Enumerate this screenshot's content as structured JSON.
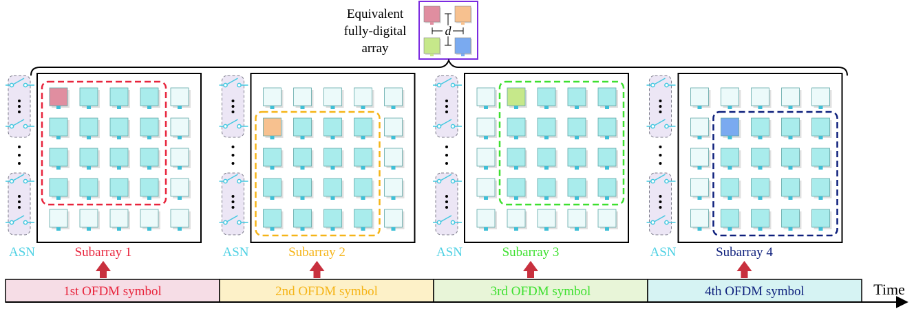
{
  "equivalent_label": [
    "Equivalent",
    "fully-digital",
    "array"
  ],
  "spacing_symbol": "d",
  "asn_label": "ASN",
  "time_label": "Time",
  "panels": [
    {
      "subarray_label": "Subarray 1",
      "symbol_label": "1st OFDM symbol",
      "active_rows": [
        0,
        1,
        2,
        3
      ],
      "active_cols": [
        0,
        1,
        2,
        3
      ],
      "color": "#e8243c",
      "lead_color": "#e08ea0",
      "band_color": "#f6dde6"
    },
    {
      "subarray_label": "Subarray 2",
      "symbol_label": "2nd OFDM symbol",
      "active_rows": [
        1,
        2,
        3,
        4
      ],
      "active_cols": [
        0,
        1,
        2,
        3
      ],
      "color": "#f5b417",
      "lead_color": "#f7c18f",
      "band_color": "#fdf1c8"
    },
    {
      "subarray_label": "Subarray 3",
      "symbol_label": "3rd OFDM symbol",
      "active_rows": [
        0,
        1,
        2,
        3
      ],
      "active_cols": [
        1,
        2,
        3,
        4
      ],
      "color": "#3de02f",
      "lead_color": "#c6e88a",
      "band_color": "#e8f5d8"
    },
    {
      "subarray_label": "Subarray 4",
      "symbol_label": "4th OFDM symbol",
      "active_rows": [
        1,
        2,
        3,
        4
      ],
      "active_cols": [
        1,
        2,
        3,
        4
      ],
      "color": "#0d1f7c",
      "lead_color": "#7aaaf0",
      "band_color": "#d6f3f3"
    }
  ],
  "colors": {
    "element_active": "#a9ecec",
    "element_inactive": "#ecfafa",
    "arrow": "#c8303e",
    "equivalent_frame": "#7b2ae0",
    "asn_text": "#4fd1e4"
  }
}
